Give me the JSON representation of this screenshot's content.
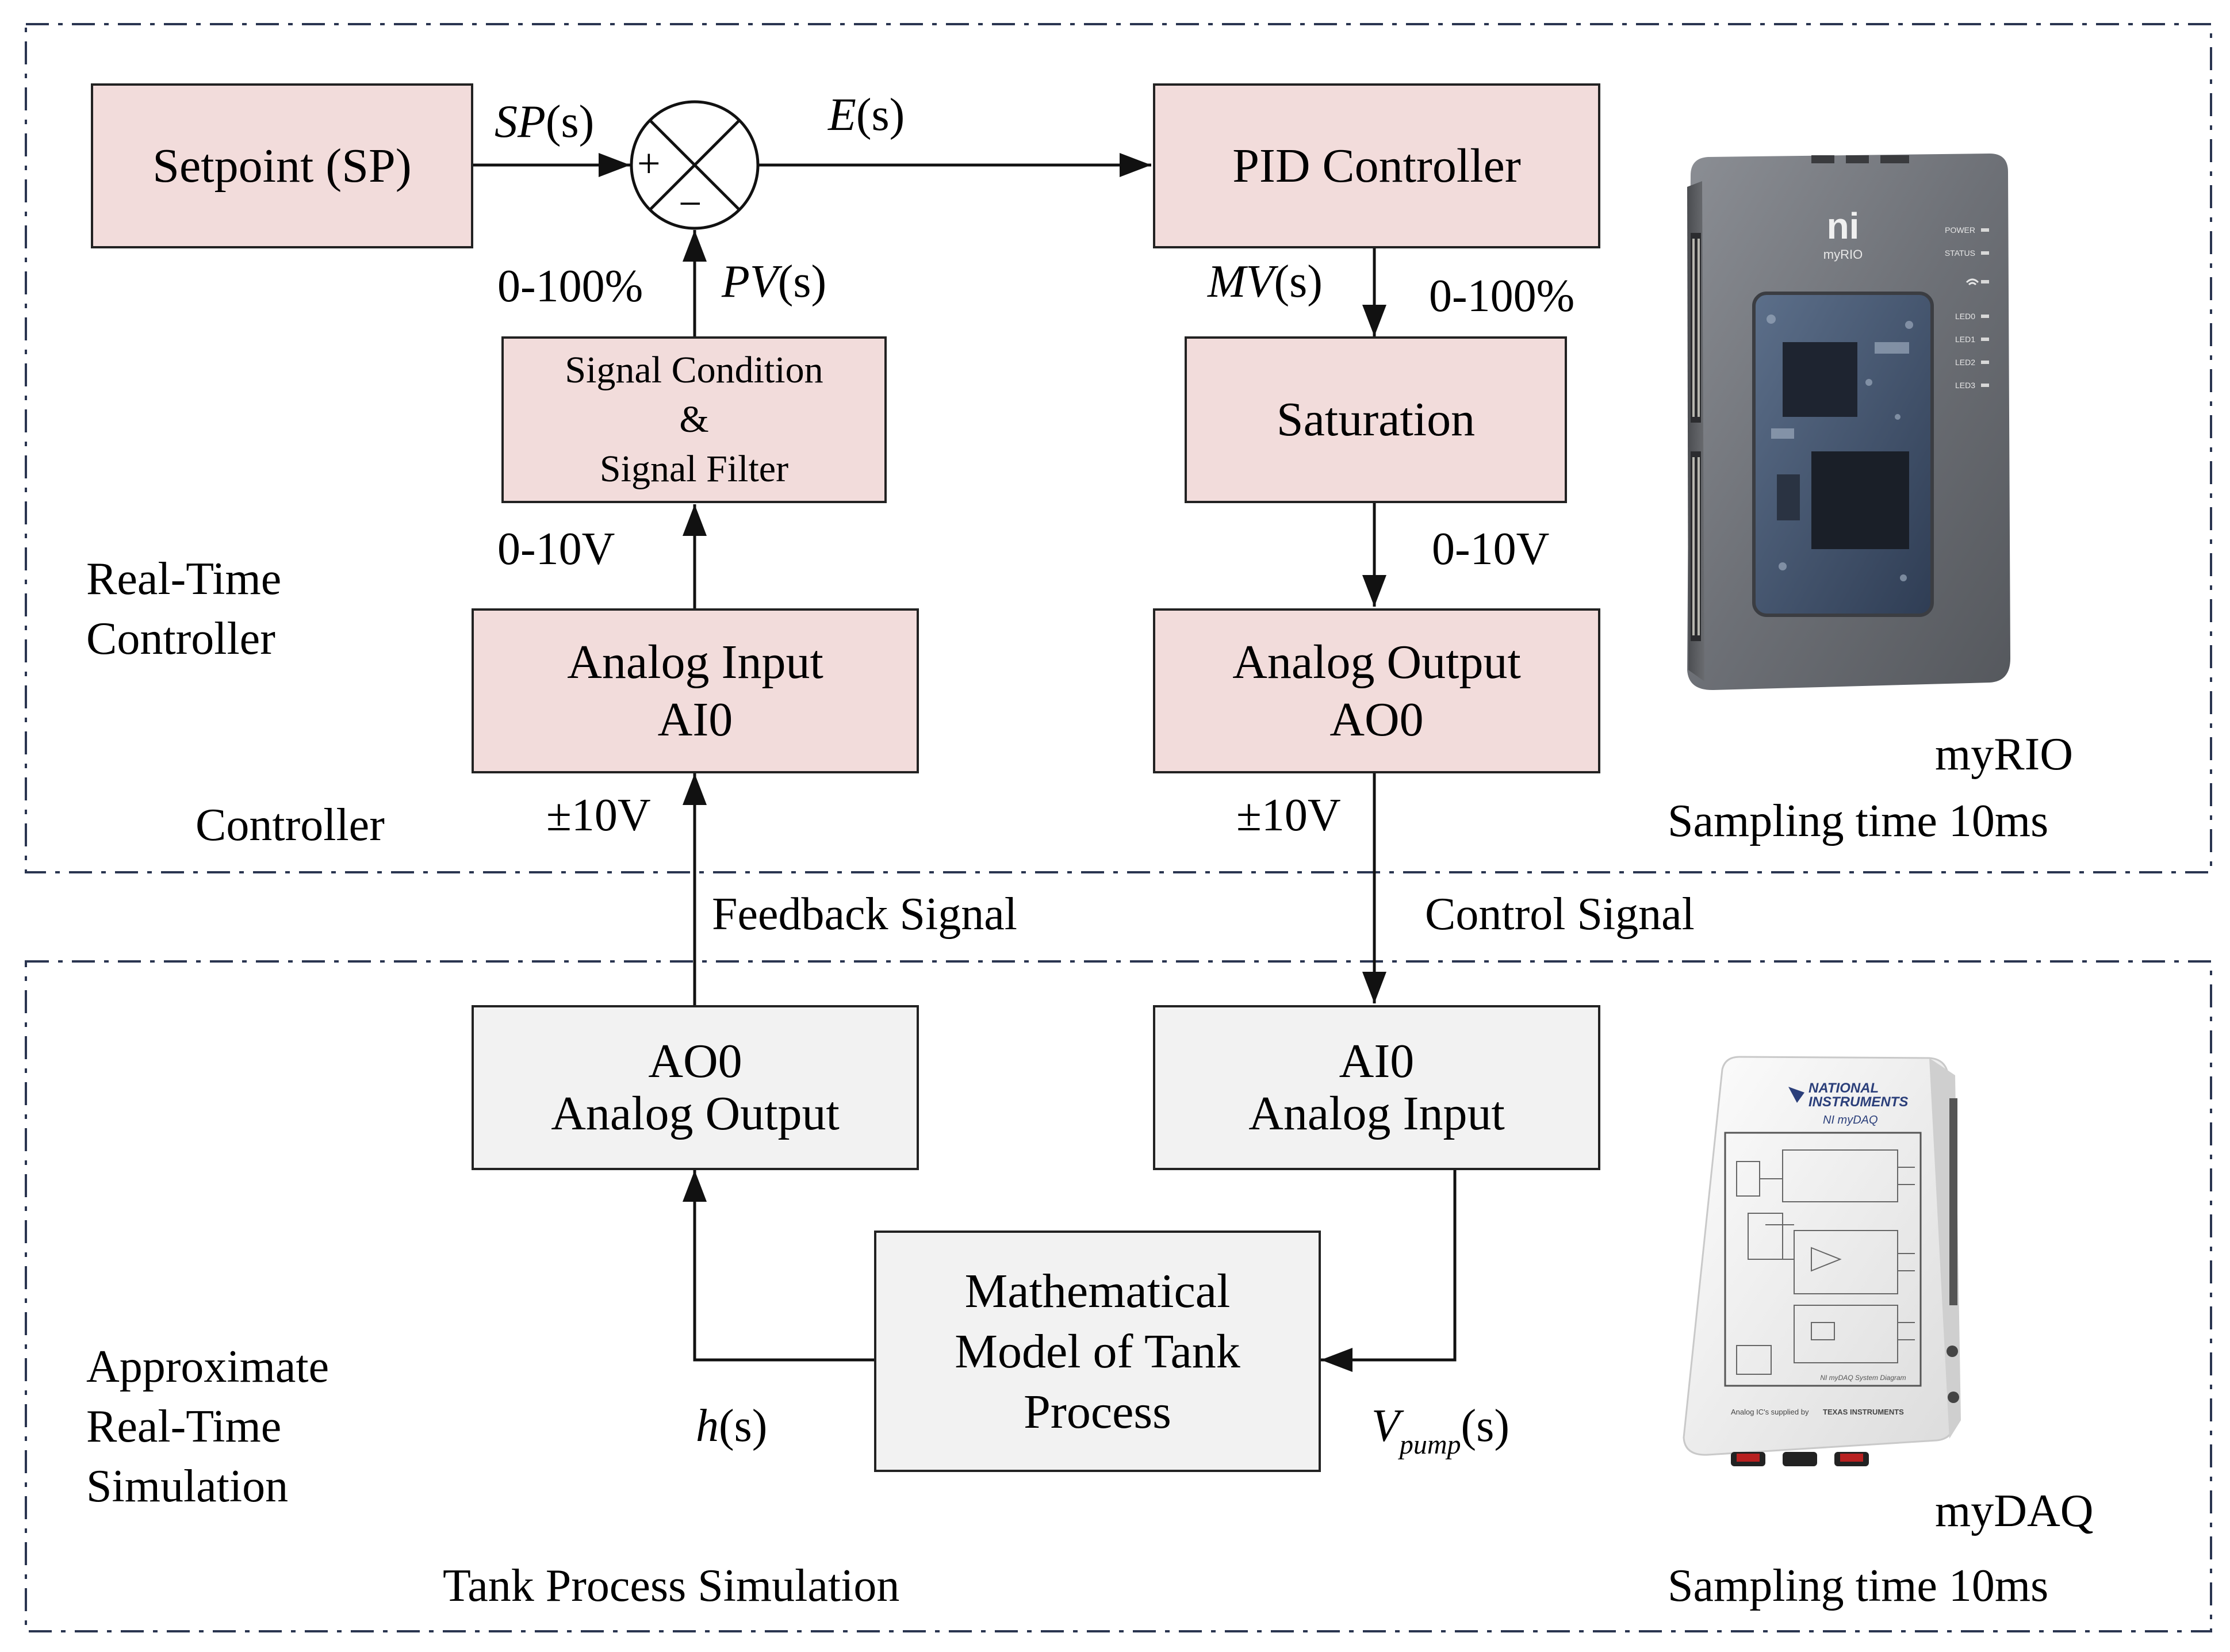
{
  "sections": {
    "controller": {
      "side_label_line1": "Real-Time",
      "side_label_line2": "Controller",
      "bottom_label": "Controller",
      "device_name": "myRIO",
      "sampling": "Sampling time 10ms"
    },
    "simulation": {
      "side_label_line1": "Approximate",
      "side_label_line2": "Real-Time",
      "side_label_line3": "Simulation",
      "bottom_label": "Tank Process Simulation",
      "device_name": "myDAQ",
      "sampling": "Sampling time 10ms"
    }
  },
  "blocks": {
    "setpoint": "Setpoint (SP)",
    "pid": "PID Controller",
    "signal_condition": {
      "line1": "Signal Condition",
      "line2": "&",
      "line3": "Signal Filter"
    },
    "saturation": "Saturation",
    "analog_input_ctrl": {
      "line1": "Analog Input",
      "line2": "AI0"
    },
    "analog_output_ctrl": {
      "line1": "Analog Output",
      "line2": "AO0"
    },
    "ao0_sim": {
      "line1": "AO0",
      "line2": "Analog Output"
    },
    "ai0_sim": {
      "line1": "AI0",
      "line2": "Analog Input"
    },
    "model": {
      "line1": "Mathematical",
      "line2": "Model of Tank",
      "line3": "Process"
    }
  },
  "summing_junction": {
    "plus": "+",
    "minus": "−"
  },
  "signals": {
    "sp": {
      "name": "SP",
      "arg": "(s)"
    },
    "error": {
      "name": "E",
      "arg": "(s)"
    },
    "pv": {
      "name": "PV",
      "arg": "(s)"
    },
    "mv": {
      "name": "MV",
      "arg": "(s)"
    },
    "h": {
      "name": "h",
      "arg": "(s)"
    },
    "vpump": {
      "name": "V",
      "subscript": "pump",
      "arg": "(s)"
    }
  },
  "ranges": {
    "pv_range": "0-100%",
    "mv_range": "0-100%",
    "ai_range": "0-10V",
    "sat_range": "0-10V",
    "ai_pm": "±10V",
    "ao_pm": "±10V"
  },
  "links": {
    "feedback": "Feedback Signal",
    "control": "Control Signal"
  },
  "devices": {
    "myrio_logo": "ni",
    "myrio_brand": "myRIO",
    "myrio_leds": [
      "POWER",
      "STATUS",
      "",
      "LED0",
      "LED1",
      "LED2",
      "LED3"
    ],
    "mydaq_brand_line1": "NATIONAL",
    "mydaq_brand_line2": "INSTRUMENTS",
    "mydaq_product": "NI myDAQ",
    "mydaq_diagram_title": "NI myDAQ System Diagram",
    "mydaq_supplied": "Analog IC's supplied by",
    "mydaq_ti": "TEXAS INSTRUMENTS"
  }
}
